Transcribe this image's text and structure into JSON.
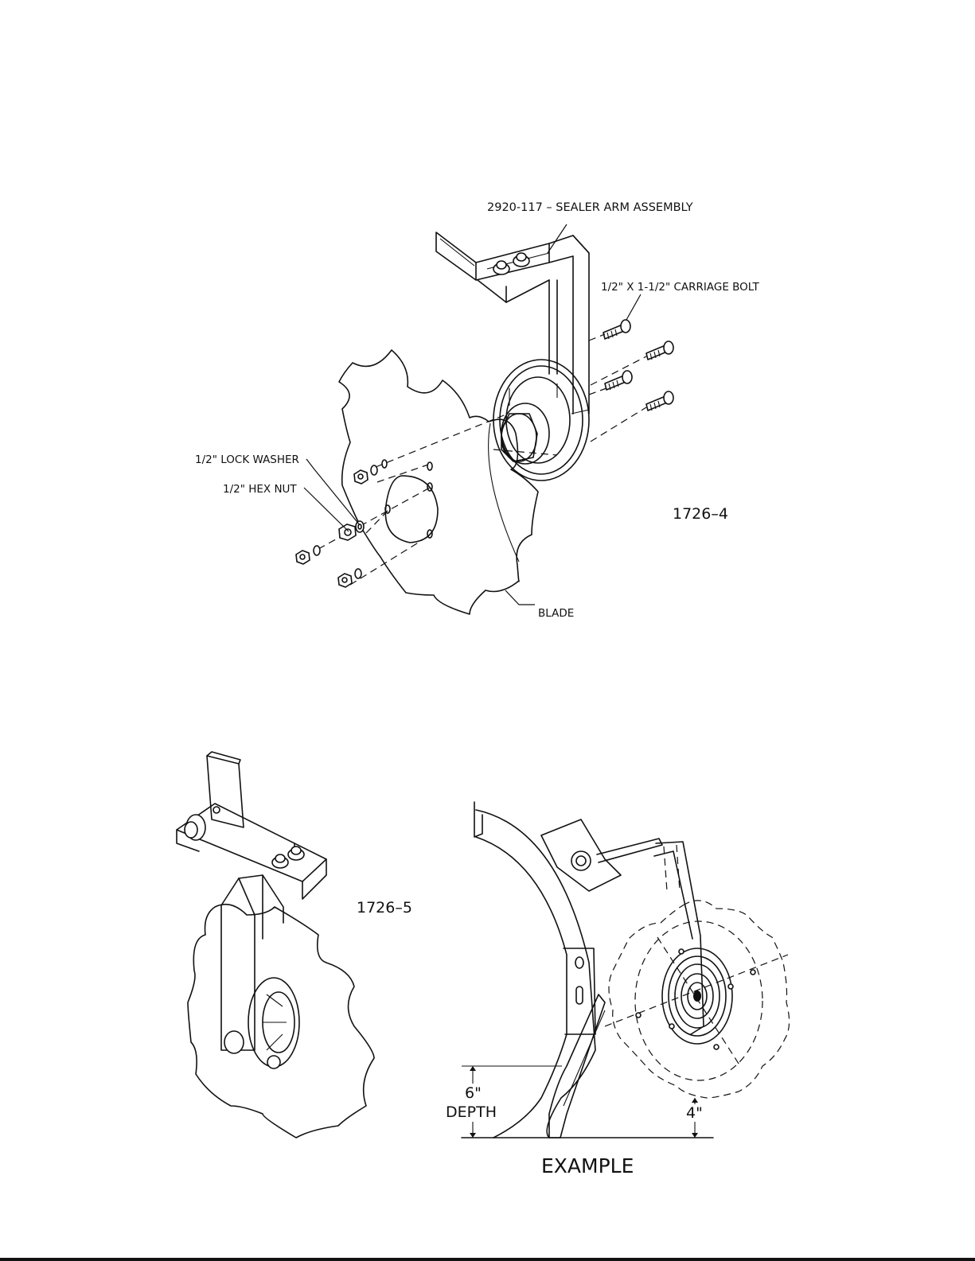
{
  "figure_top": {
    "labels": {
      "sealer_arm": "2920-117 – SEALER ARM ASSEMBLY",
      "carriage_bolt": "1/2\" X 1-1/2\" CARRIAGE BOLT",
      "lock_washer": "1/2\" LOCK WASHER",
      "hex_nut": "1/2\" HEX NUT",
      "blade": "BLADE",
      "figure_id": "1726–4"
    }
  },
  "figure_bottom_left": {
    "labels": {
      "figure_id": "1726–5"
    }
  },
  "figure_bottom_right": {
    "labels": {
      "depth_value": "6\"",
      "depth_label": "DEPTH",
      "blade_offset": "4\"",
      "caption": "EXAMPLE"
    }
  }
}
